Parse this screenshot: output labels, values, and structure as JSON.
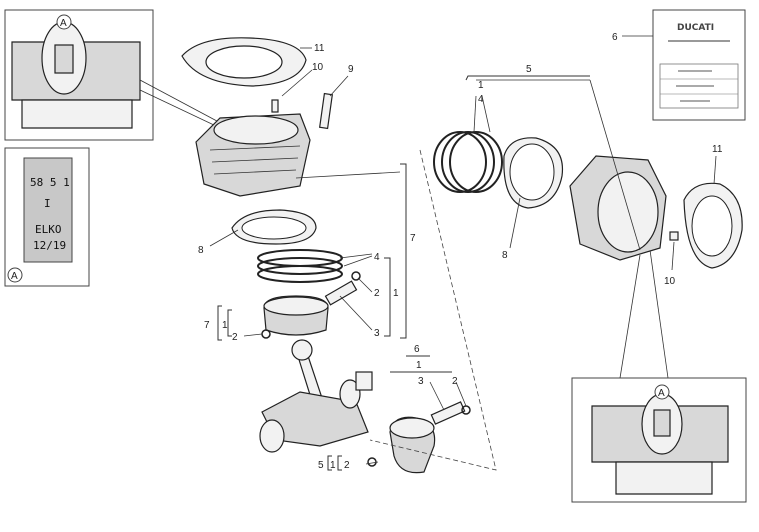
{
  "callouts": {
    "c11a": "11",
    "c10a": "10",
    "c9": "9",
    "c8a": "8",
    "c7": "7",
    "c4a": "4",
    "c2a": "2",
    "c1a": "1",
    "c3a": "3",
    "c7b": "7",
    "c1b": "1",
    "c2b": "2",
    "c6a": "6",
    "c1c": "1",
    "c3b": "3",
    "c2c": "2",
    "c5b": "5",
    "c1d": "1",
    "c2d": "2",
    "c5a": "5",
    "c1e": "1",
    "c4b": "4",
    "c8b": "8",
    "c11b": "11",
    "c10b": "10",
    "c6b": "6"
  },
  "detail_labels": {
    "a_top": "A",
    "a_left": "A",
    "a_right": "A"
  },
  "stamp": {
    "line1": "58 5 1",
    "line2": "I",
    "line3": "ELKO",
    "line4": "12/19"
  },
  "label_card": {
    "brand": "DUCATI"
  }
}
